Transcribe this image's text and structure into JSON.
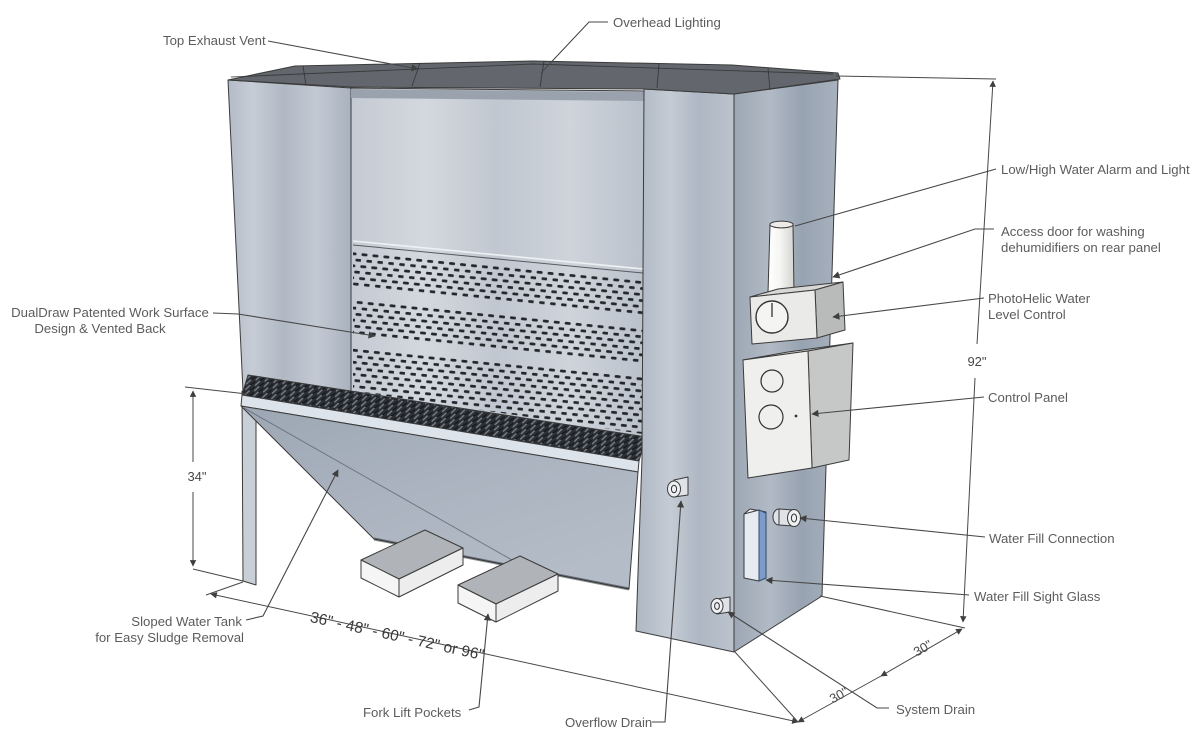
{
  "diagram": {
    "type": "isometric-equipment-callout-diagram",
    "subject": "DualDraw wet downdraft booth",
    "labels": {
      "top_exhaust_vent": "Top Exhaust Vent",
      "overhead_lighting": "Overhead Lighting",
      "low_high_water_alarm": "Low/High Water Alarm and Light",
      "access_door_line1": "Access door for washing",
      "access_door_line2": "dehumidifiers on rear panel",
      "photohelic_line1": "PhotoHelic Water",
      "photohelic_line2": "Level Control",
      "control_panel": "Control Panel",
      "dualdraw_line1": "DualDraw Patented Work Surface",
      "dualdraw_line2": "Design & Vented Back",
      "sloped_tank_line1": "Sloped Water Tank",
      "sloped_tank_line2": "for Easy Sludge Removal",
      "fork_lift_pockets": "Fork Lift Pockets",
      "overflow_drain": "Overflow Drain",
      "system_drain": "System Drain",
      "water_fill_connection": "Water Fill Connection",
      "water_fill_sight_glass": "Water Fill Sight Glass"
    },
    "dimensions": {
      "height": "92\"",
      "work_surface_height": "34\"",
      "width_options": "36\" - 48\" - 60\" - 72\" or 96\"",
      "depth_upper": "30\"",
      "depth_lower": "30\""
    },
    "colors": {
      "panel": "#bcc3cd",
      "panel_dark": "#9fa9b6",
      "roof": "#63676d",
      "grate": "#2c2f34",
      "sight_glass_blue": "#7d9cc9",
      "leader_line": "#474747",
      "label_text": "#5c5c5c"
    }
  }
}
